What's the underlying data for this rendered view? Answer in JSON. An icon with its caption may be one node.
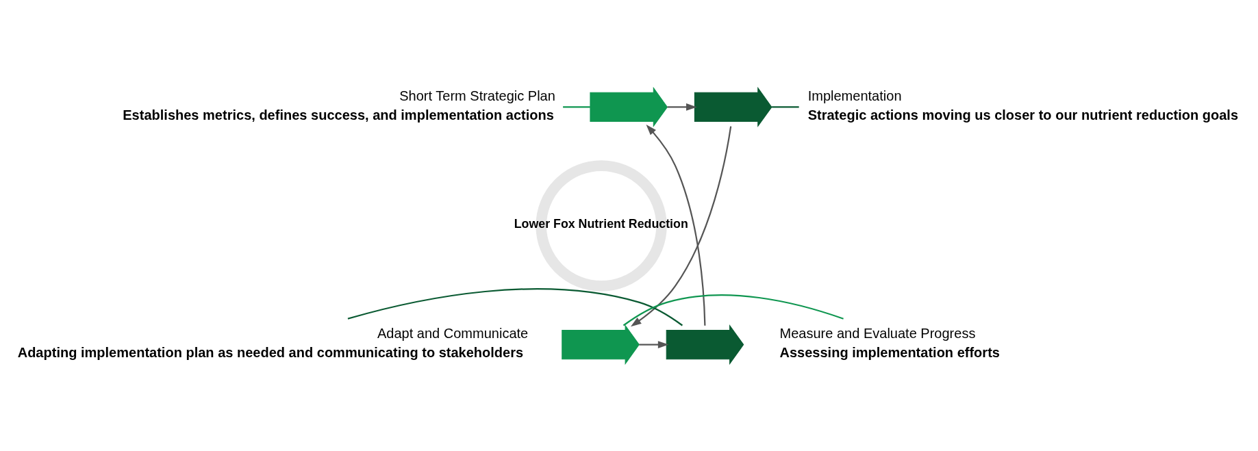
{
  "diagram": {
    "nodes": [
      {
        "text": [
          "Lower Fox Nutrient Reduction"
        ]
      },
      {
        "text": [
          "Short Term Strategic Plan",
          "Establishes metrics, defines success, and implementation actions"
        ]
      },
      {
        "text": [
          "Implementation",
          "Strategic actions moving us closer to our nutrient reduction goals"
        ]
      },
      {
        "text": [
          "Adapt and Communicate",
          "Adapting implementation plan as needed and communicating to stakeholders"
        ]
      },
      {
        "text": [
          "Measure and Evaluate Progress",
          "Assessing implementation efforts"
        ]
      },
      {
        "text": [],
        "shape": "arrow"
      },
      {
        "text": [],
        "shape": "arrow"
      },
      {
        "text": [],
        "shape": "arrow"
      },
      {
        "text": [],
        "shape": "arrow"
      }
    ],
    "edges": [
      {
        "from": 5,
        "to": 6,
        "arrow": "to"
      },
      {
        "from": 6,
        "to": 7,
        "arrow": "to"
      },
      {
        "from": 7,
        "to": 8,
        "arrow": "to"
      },
      {
        "from": 8,
        "to": 5,
        "arrow": "to"
      },
      {
        "from": 1,
        "to": 5,
        "arrow": "none",
        "color": "#0f9650"
      },
      {
        "from": 6,
        "to": 2,
        "arrow": "none",
        "color": "#0a5a32"
      },
      {
        "from": 3,
        "to": 8,
        "arrow": "none",
        "color": "#0a5a32"
      },
      {
        "from": 7,
        "to": 4,
        "arrow": "none",
        "color": "#0f9650"
      }
    ]
  }
}
